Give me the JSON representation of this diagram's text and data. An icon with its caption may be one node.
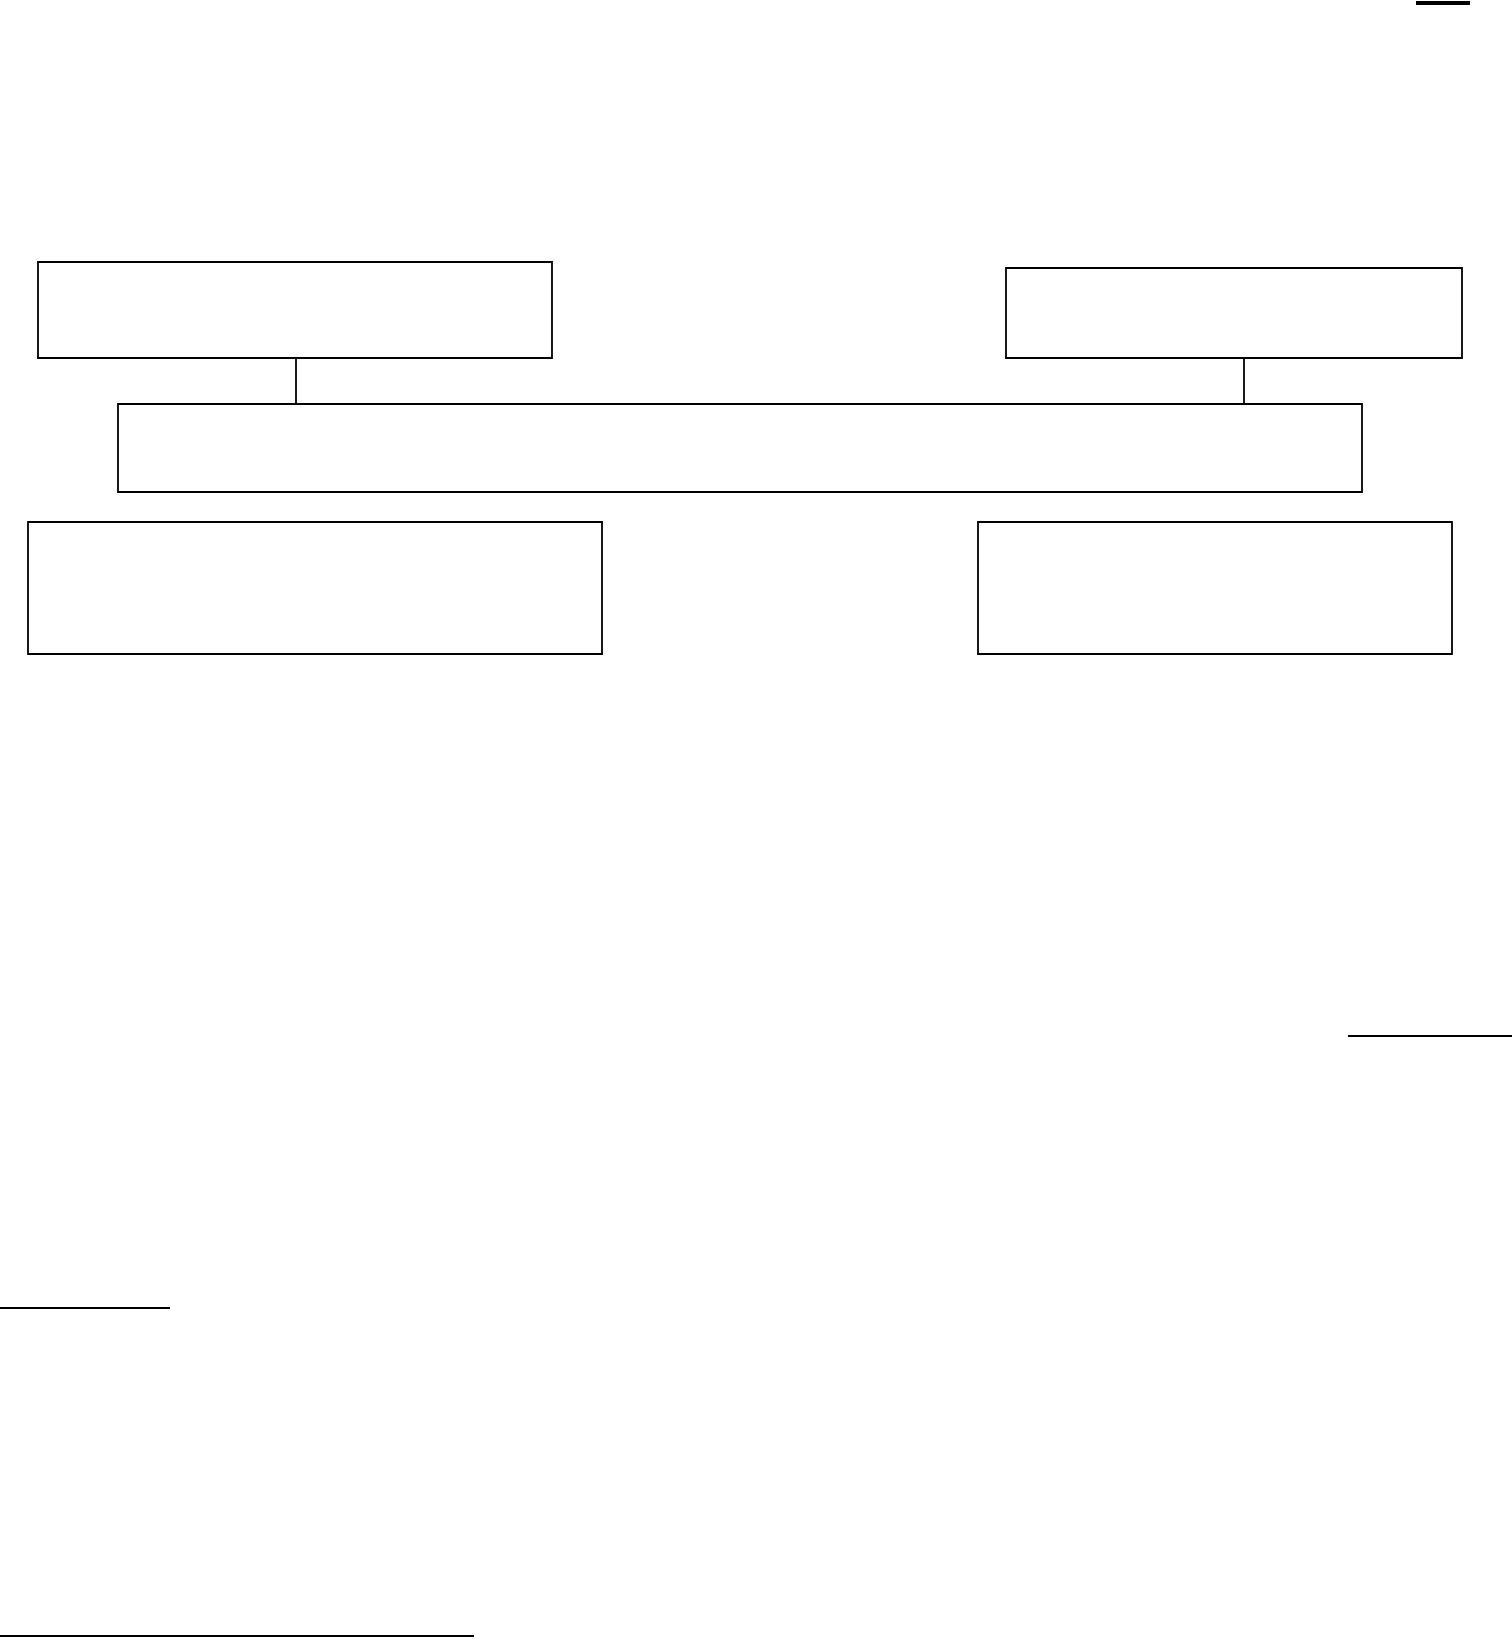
{
  "diagram": {
    "nodes": [
      {
        "text": [],
        "shape": "box"
      },
      {
        "text": [],
        "shape": "box"
      },
      {
        "text": [],
        "shape": "box"
      },
      {
        "text": [],
        "shape": "box"
      },
      {
        "text": [],
        "shape": "box"
      }
    ],
    "edges": [
      {
        "from": 0,
        "to": 2,
        "arrow": "none"
      },
      {
        "from": 1,
        "to": 2,
        "arrow": "none"
      }
    ]
  }
}
